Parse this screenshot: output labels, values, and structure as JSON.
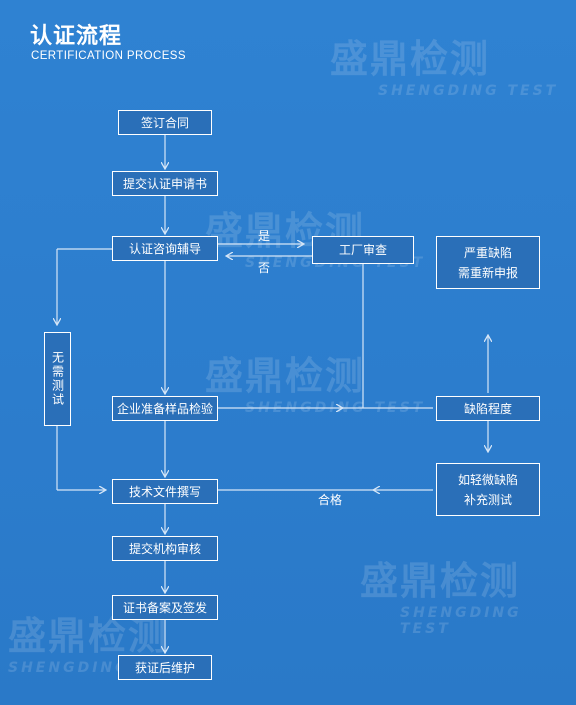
{
  "header": {
    "title": "认证流程",
    "subtitle": "CERTIFICATION PROCESS"
  },
  "watermark": {
    "cn": "盛鼎检测",
    "en": "SHENGDING TEST"
  },
  "nodes": {
    "sign_contract": "签订合同",
    "submit_application": "提交认证申请书",
    "consulting": "认证咨询辅导",
    "factory_review": "工厂审查",
    "no_test_needed": "无需测试",
    "sample_test": "企业准备样品检验",
    "defect_level": "缺陷程度",
    "serious_defect_line1": "严重缺陷",
    "serious_defect_line2": "需重新申报",
    "minor_defect_line1": "如轻微缺陷",
    "minor_defect_line2": "补充测试",
    "tech_docs": "技术文件撰写",
    "agency_review": "提交机构审核",
    "cert_filing": "证书备案及签发",
    "post_maintenance": "获证后维护"
  },
  "edge_labels": {
    "yes": "是",
    "no": "否",
    "pass": "合格"
  },
  "colors": {
    "background": "#2f82d2",
    "box_fill": "#2a6fb8",
    "line": "#d6e6f7"
  }
}
